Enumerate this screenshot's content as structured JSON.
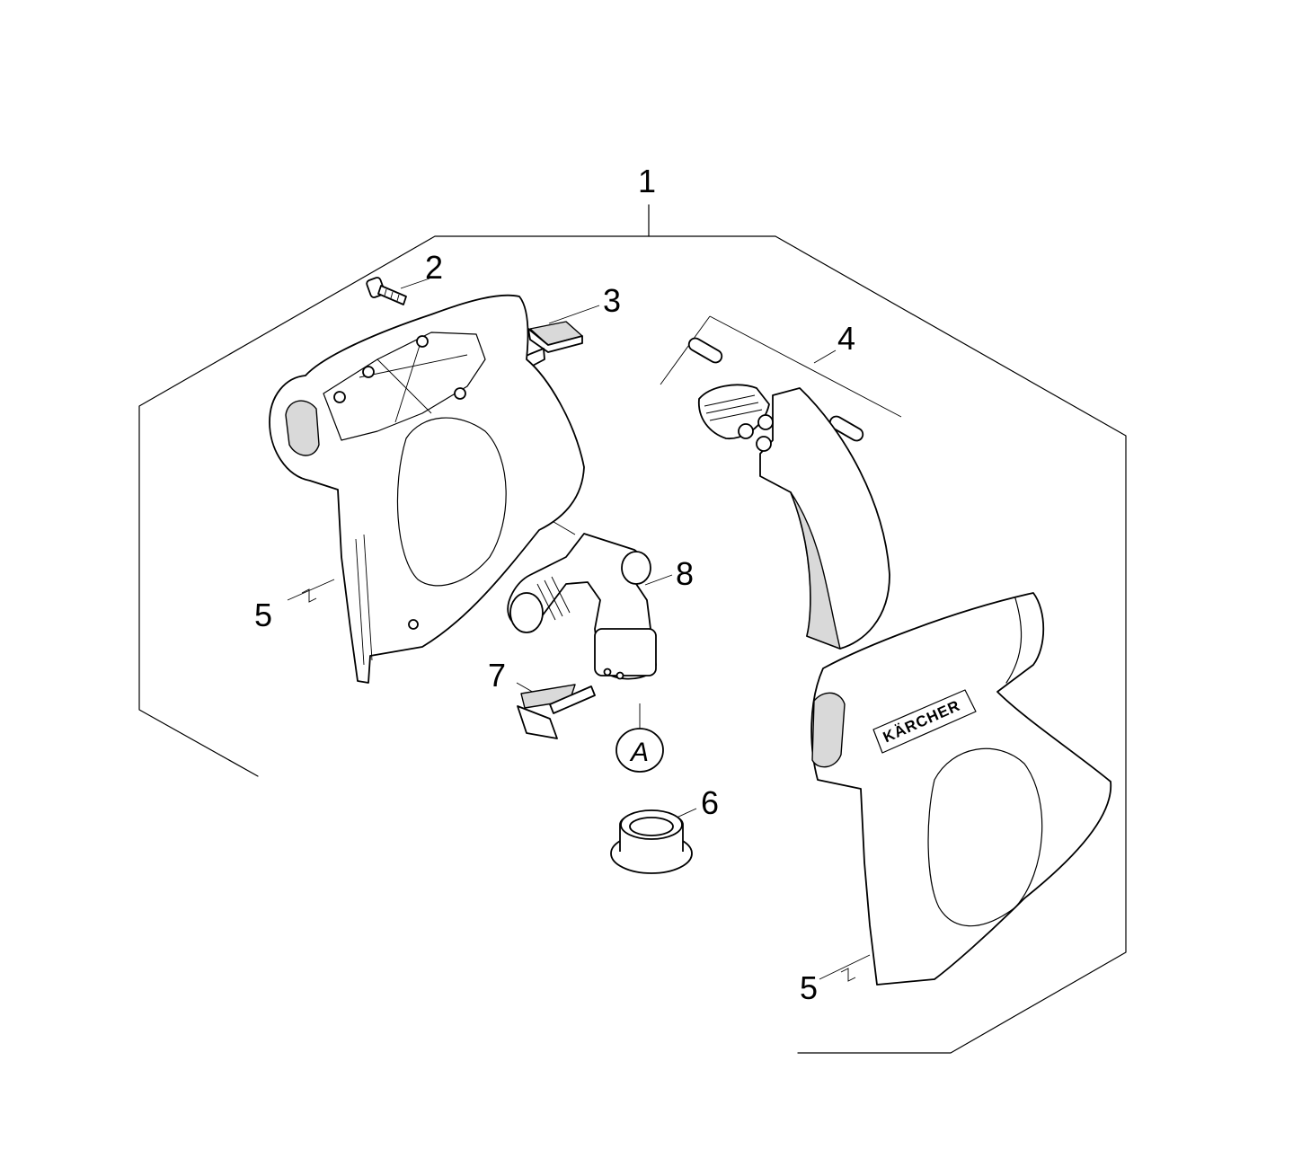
{
  "callouts": [
    {
      "id": "1",
      "text": "1"
    },
    {
      "id": "2",
      "text": "2"
    },
    {
      "id": "3",
      "text": "3"
    },
    {
      "id": "4",
      "text": "4"
    },
    {
      "id": "5a",
      "text": "5"
    },
    {
      "id": "5b",
      "text": "5"
    },
    {
      "id": "6",
      "text": "6"
    },
    {
      "id": "7",
      "text": "7"
    },
    {
      "id": "8",
      "text": "8"
    }
  ],
  "connector": {
    "text": "A"
  },
  "brand": {
    "text": "KÄRCHER"
  }
}
